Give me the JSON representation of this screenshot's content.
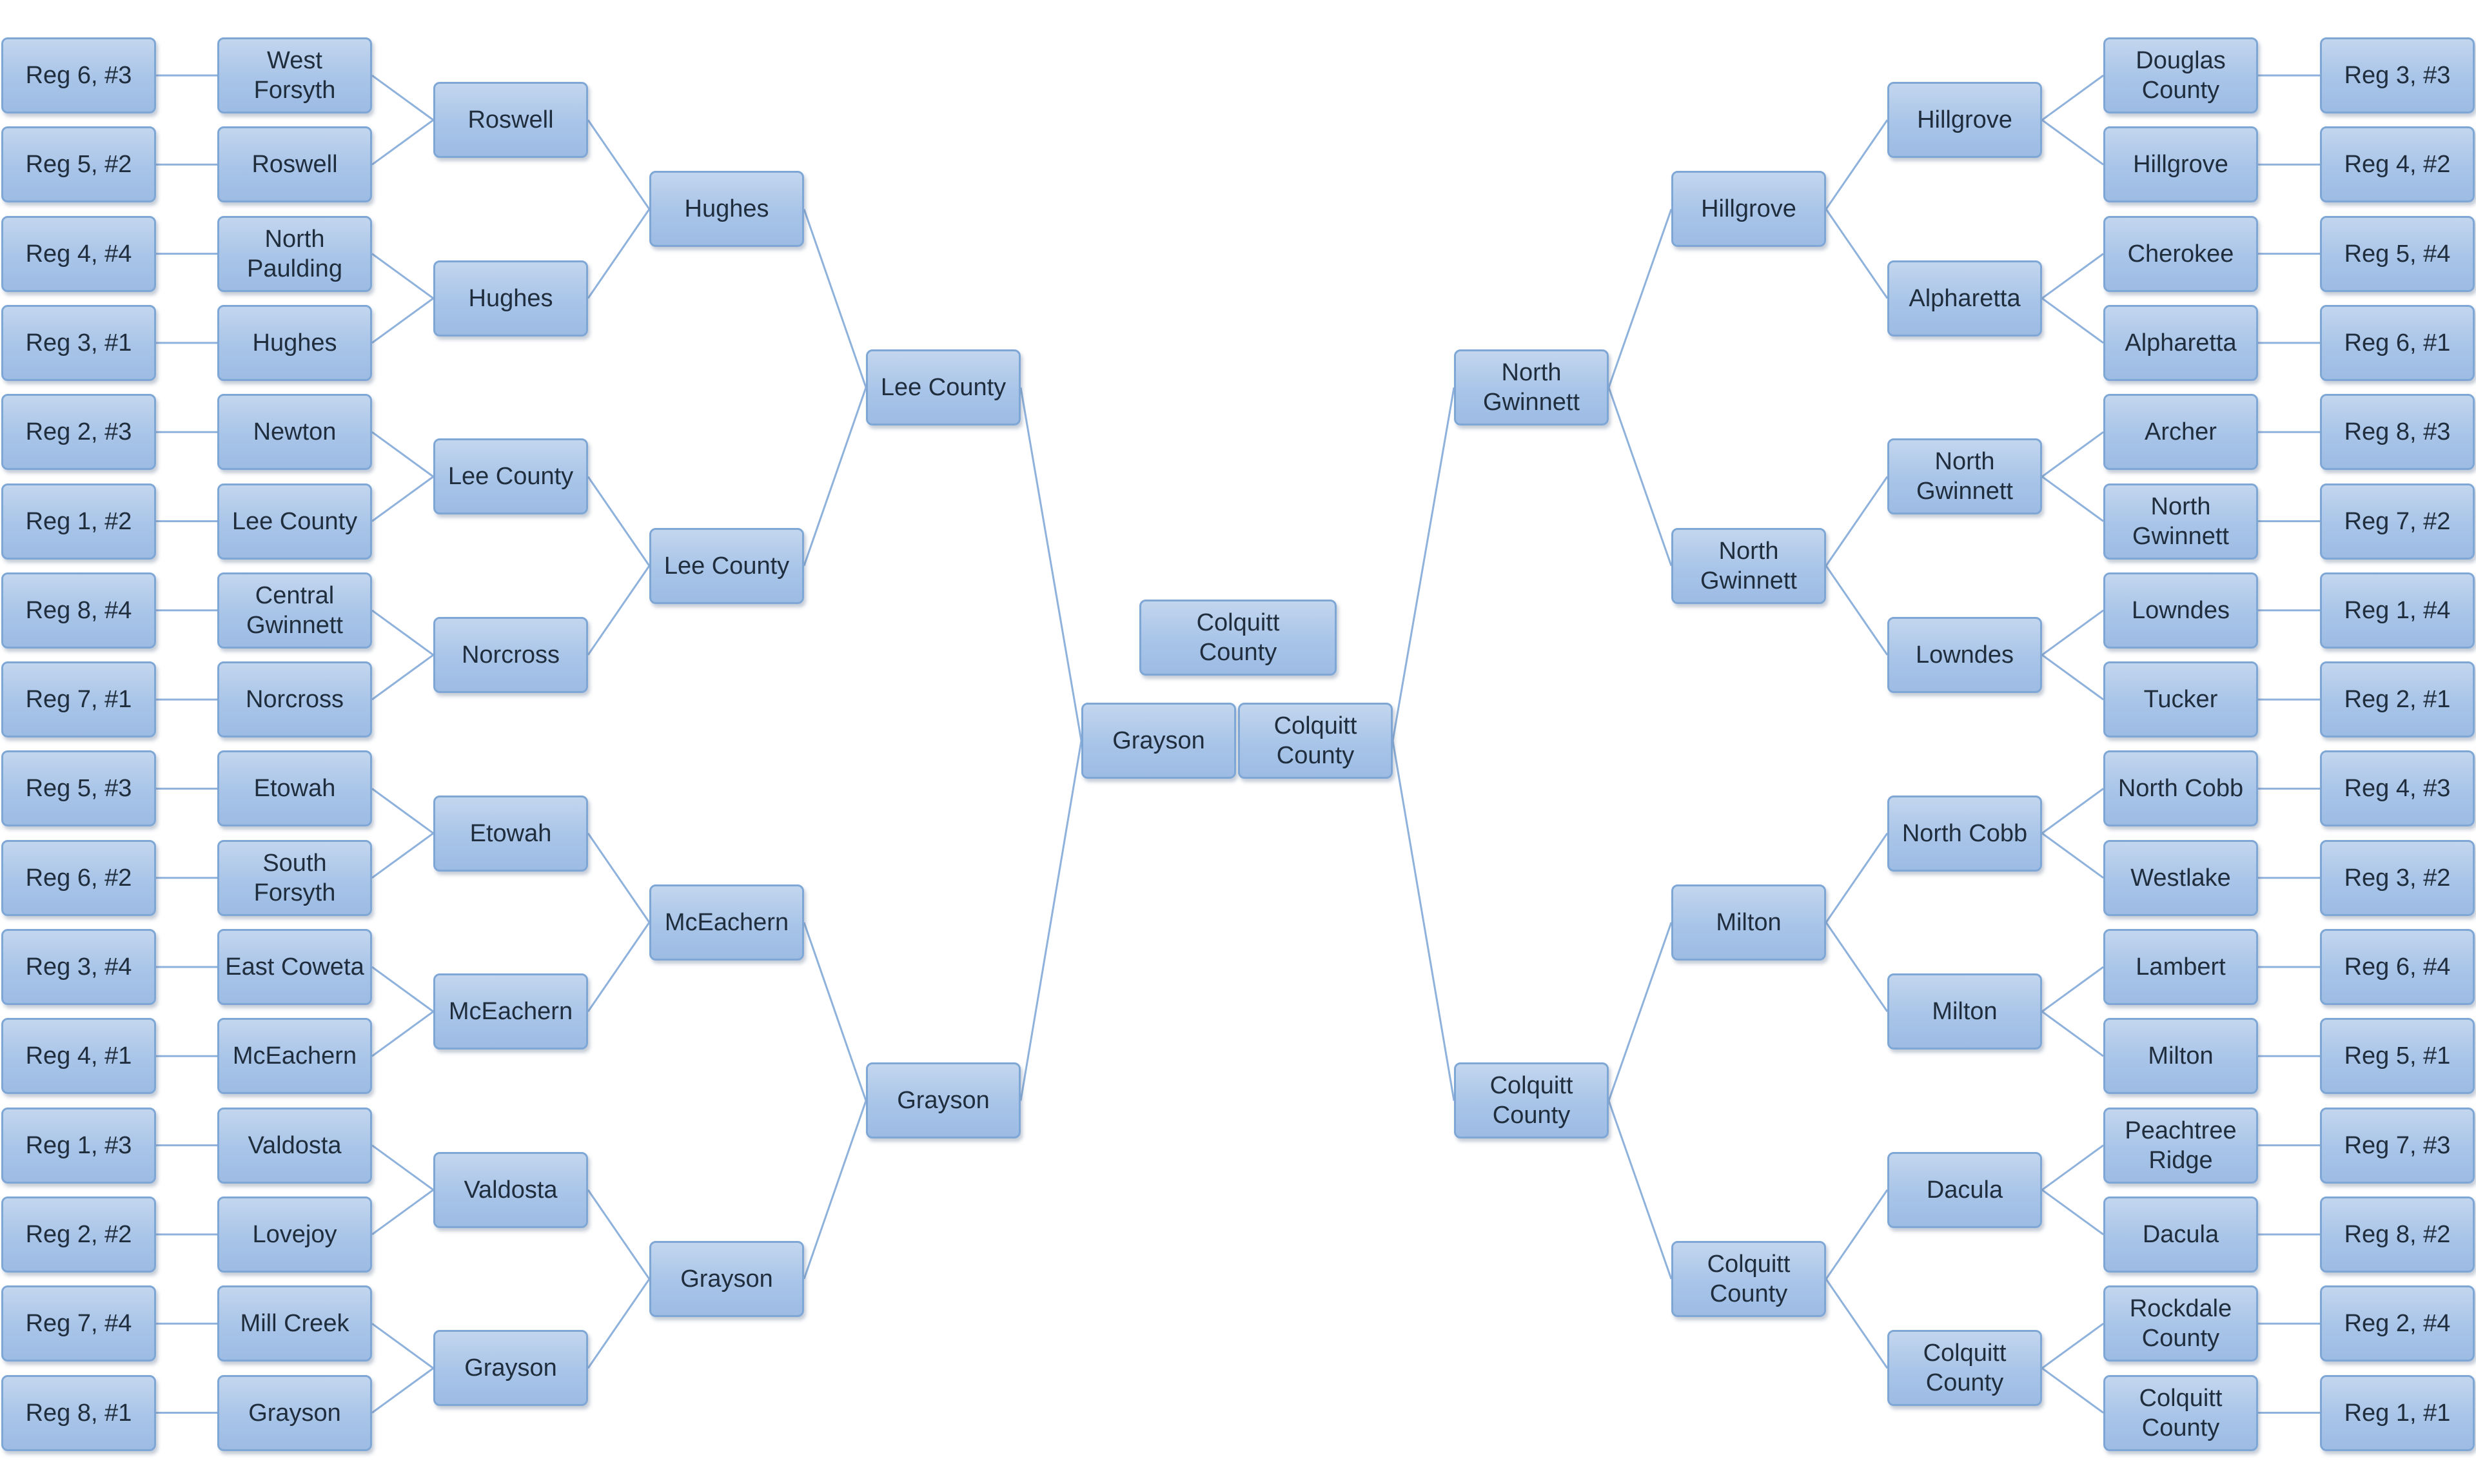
{
  "bracket": {
    "left": {
      "r1": [
        {
          "seed": "Reg 6, #3",
          "team": "West\nForsyth"
        },
        {
          "seed": "Reg 5, #2",
          "team": "Roswell"
        },
        {
          "seed": "Reg 4, #4",
          "team": "North\nPaulding"
        },
        {
          "seed": "Reg 3, #1",
          "team": "Hughes"
        },
        {
          "seed": "Reg 2, #3",
          "team": "Newton"
        },
        {
          "seed": "Reg 1, #2",
          "team": "Lee County"
        },
        {
          "seed": "Reg 8, #4",
          "team": "Central\nGwinnett"
        },
        {
          "seed": "Reg 7, #1",
          "team": "Norcross"
        },
        {
          "seed": "Reg 5, #3",
          "team": "Etowah"
        },
        {
          "seed": "Reg 6, #2",
          "team": "South\nForsyth"
        },
        {
          "seed": "Reg 3, #4",
          "team": "East Coweta"
        },
        {
          "seed": "Reg 4, #1",
          "team": "McEachern"
        },
        {
          "seed": "Reg 1, #3",
          "team": "Valdosta"
        },
        {
          "seed": "Reg 2, #2",
          "team": "Lovejoy"
        },
        {
          "seed": "Reg 7, #4",
          "team": "Mill Creek"
        },
        {
          "seed": "Reg 8, #1",
          "team": "Grayson"
        }
      ],
      "r2": [
        "Roswell",
        "Hughes",
        "Lee County",
        "Norcross",
        "Etowah",
        "McEachern",
        "Valdosta",
        "Grayson"
      ],
      "r3": [
        "Hughes",
        "Lee County",
        "McEachern",
        "Grayson"
      ],
      "r4": [
        "Lee County",
        "Grayson"
      ],
      "finalist": "Grayson"
    },
    "right": {
      "r1": [
        {
          "seed": "Reg 3, #3",
          "team": "Douglas\nCounty"
        },
        {
          "seed": "Reg 4, #2",
          "team": "Hillgrove"
        },
        {
          "seed": "Reg 5, #4",
          "team": "Cherokee"
        },
        {
          "seed": "Reg 6, #1",
          "team": "Alpharetta"
        },
        {
          "seed": "Reg 8, #3",
          "team": "Archer"
        },
        {
          "seed": "Reg 7, #2",
          "team": "North\nGwinnett"
        },
        {
          "seed": "Reg 1, #4",
          "team": "Lowndes"
        },
        {
          "seed": "Reg 2, #1",
          "team": "Tucker"
        },
        {
          "seed": "Reg 4, #3",
          "team": "North Cobb"
        },
        {
          "seed": "Reg 3, #2",
          "team": "Westlake"
        },
        {
          "seed": "Reg 6, #4",
          "team": "Lambert"
        },
        {
          "seed": "Reg 5, #1",
          "team": "Milton"
        },
        {
          "seed": "Reg 7, #3",
          "team": "Peachtree\nRidge"
        },
        {
          "seed": "Reg 8, #2",
          "team": "Dacula"
        },
        {
          "seed": "Reg 2, #4",
          "team": "Rockdale\nCounty"
        },
        {
          "seed": "Reg 1, #1",
          "team": "Colquitt\nCounty"
        }
      ],
      "r2": [
        "Hillgrove",
        "Alpharetta",
        "North\nGwinnett",
        "Lowndes",
        "North Cobb",
        "Milton",
        "Dacula",
        "Colquitt\nCounty"
      ],
      "r3": [
        "Hillgrove",
        "North\nGwinnett",
        "Milton",
        "Colquitt\nCounty"
      ],
      "r4": [
        "North\nGwinnett",
        "Colquitt\nCounty"
      ],
      "finalist": "Colquitt\nCounty"
    },
    "champion": "Colquitt\nCounty"
  },
  "colors": {
    "box_fill_top": "#c3d6ee",
    "box_fill_bottom": "#9dbce4",
    "box_border": "#7fa7d6",
    "connector": "#8fb2dc",
    "text": "#1f2d3d"
  }
}
